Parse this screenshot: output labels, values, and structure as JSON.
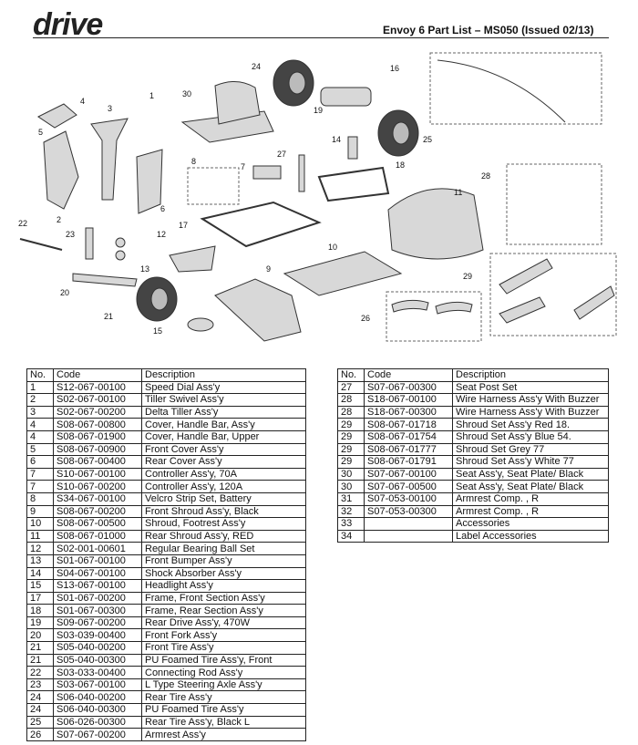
{
  "header": {
    "logo": "drive",
    "title": "Envoy 6 Part List – MS050 (Issued 02/13)"
  },
  "diagram": {
    "callouts": [
      "1",
      "2",
      "3",
      "4",
      "5",
      "6",
      "7",
      "8",
      "9",
      "10",
      "11",
      "12",
      "13",
      "14",
      "15",
      "16",
      "17",
      "18",
      "19",
      "20",
      "21",
      "22",
      "23",
      "24",
      "25",
      "26",
      "27",
      "28",
      "29",
      "30"
    ]
  },
  "table": {
    "headers": [
      "No.",
      "Code",
      "Description"
    ],
    "left_rows": [
      [
        "1",
        "S12-067-00100",
        "Speed Dial Ass'y"
      ],
      [
        "2",
        "S02-067-00100",
        "Tiller Swivel Ass'y"
      ],
      [
        "3",
        "S02-067-00200",
        "Delta Tiller Ass'y"
      ],
      [
        "4",
        "S08-067-00800",
        "Cover, Handle Bar, Ass'y"
      ],
      [
        "4",
        "S08-067-01900",
        "Cover, Handle Bar, Upper"
      ],
      [
        "5",
        "S08-067-00900",
        "Front Cover Ass'y"
      ],
      [
        "6",
        "S08-067-00400",
        "Rear Cover Ass'y"
      ],
      [
        "7",
        "S10-067-00100",
        "Controller Ass'y, 70A"
      ],
      [
        "7",
        "S10-067-00200",
        "Controller Ass'y, 120A"
      ],
      [
        "8",
        "S34-067-00100",
        "Velcro Strip Set, Battery"
      ],
      [
        "9",
        "S08-067-00200",
        "Front Shroud Ass'y, Black"
      ],
      [
        "10",
        "S08-067-00500",
        "Shroud, Footrest Ass'y"
      ],
      [
        "11",
        "S08-067-01000",
        "Rear Shroud Ass'y, RED"
      ],
      [
        "12",
        "S02-001-00601",
        "Regular Bearing Ball Set"
      ],
      [
        "13",
        "S01-067-00100",
        "Front Bumper Ass'y"
      ],
      [
        "14",
        "S04-067-00100",
        "Shock Absorber Ass'y"
      ],
      [
        "15",
        "S13-067-00100",
        "Headlight Ass'y"
      ],
      [
        "17",
        "S01-067-00200",
        "Frame, Front Section Ass'y"
      ],
      [
        "18",
        "S01-067-00300",
        "Frame, Rear Section Ass'y"
      ],
      [
        "19",
        "S09-067-00200",
        "Rear Drive Ass'y, 470W"
      ],
      [
        "20",
        "S03-039-00400",
        "Front Fork Ass'y"
      ],
      [
        "21",
        "S05-040-00200",
        "Front Tire Ass'y"
      ],
      [
        "21",
        "S05-040-00300",
        "PU Foamed Tire Ass'y, Front"
      ],
      [
        "22",
        "S03-033-00400",
        "Connecting Rod Ass'y"
      ],
      [
        "23",
        "S03-067-00100",
        "L Type Steering Axle Ass'y"
      ],
      [
        "24",
        "S06-040-00200",
        "Rear Tire Ass'y"
      ],
      [
        "24",
        "S06-040-00300",
        "PU Foamed Tire Ass'y"
      ],
      [
        "25",
        "S06-026-00300",
        "Rear Tire Ass'y, Black L"
      ],
      [
        "26",
        "S07-067-00200",
        "Armrest Ass'y"
      ]
    ],
    "right_rows": [
      [
        "27",
        "S07-067-00300",
        "Seat Post Set"
      ],
      [
        "28",
        "S18-067-00100",
        "Wire Harness Ass'y With Buzzer"
      ],
      [
        "28",
        "S18-067-00300",
        "Wire Harness Ass'y With Buzzer"
      ],
      [
        "29",
        "S08-067-01718",
        "Shroud Set Ass'y Red 18."
      ],
      [
        "29",
        "S08-067-01754",
        "Shroud Set Ass'y Blue 54."
      ],
      [
        "29",
        "S08-067-01777",
        "Shroud Set Grey 77"
      ],
      [
        "29",
        "S08-067-01791",
        "Shroud Set Ass'y White 77"
      ],
      [
        "30",
        "S07-067-00100",
        "Seat Ass'y, Seat Plate/ Black"
      ],
      [
        "30",
        "S07-067-00500",
        "Seat Ass'y, Seat Plate/ Black"
      ],
      [
        "31",
        "S07-053-00100",
        "Armrest Comp. , R"
      ],
      [
        "32",
        "S07-053-00300",
        "Armrest Comp. , R"
      ],
      [
        "33",
        "",
        "Accessories"
      ],
      [
        "34",
        "",
        "Label Accessories"
      ]
    ]
  }
}
